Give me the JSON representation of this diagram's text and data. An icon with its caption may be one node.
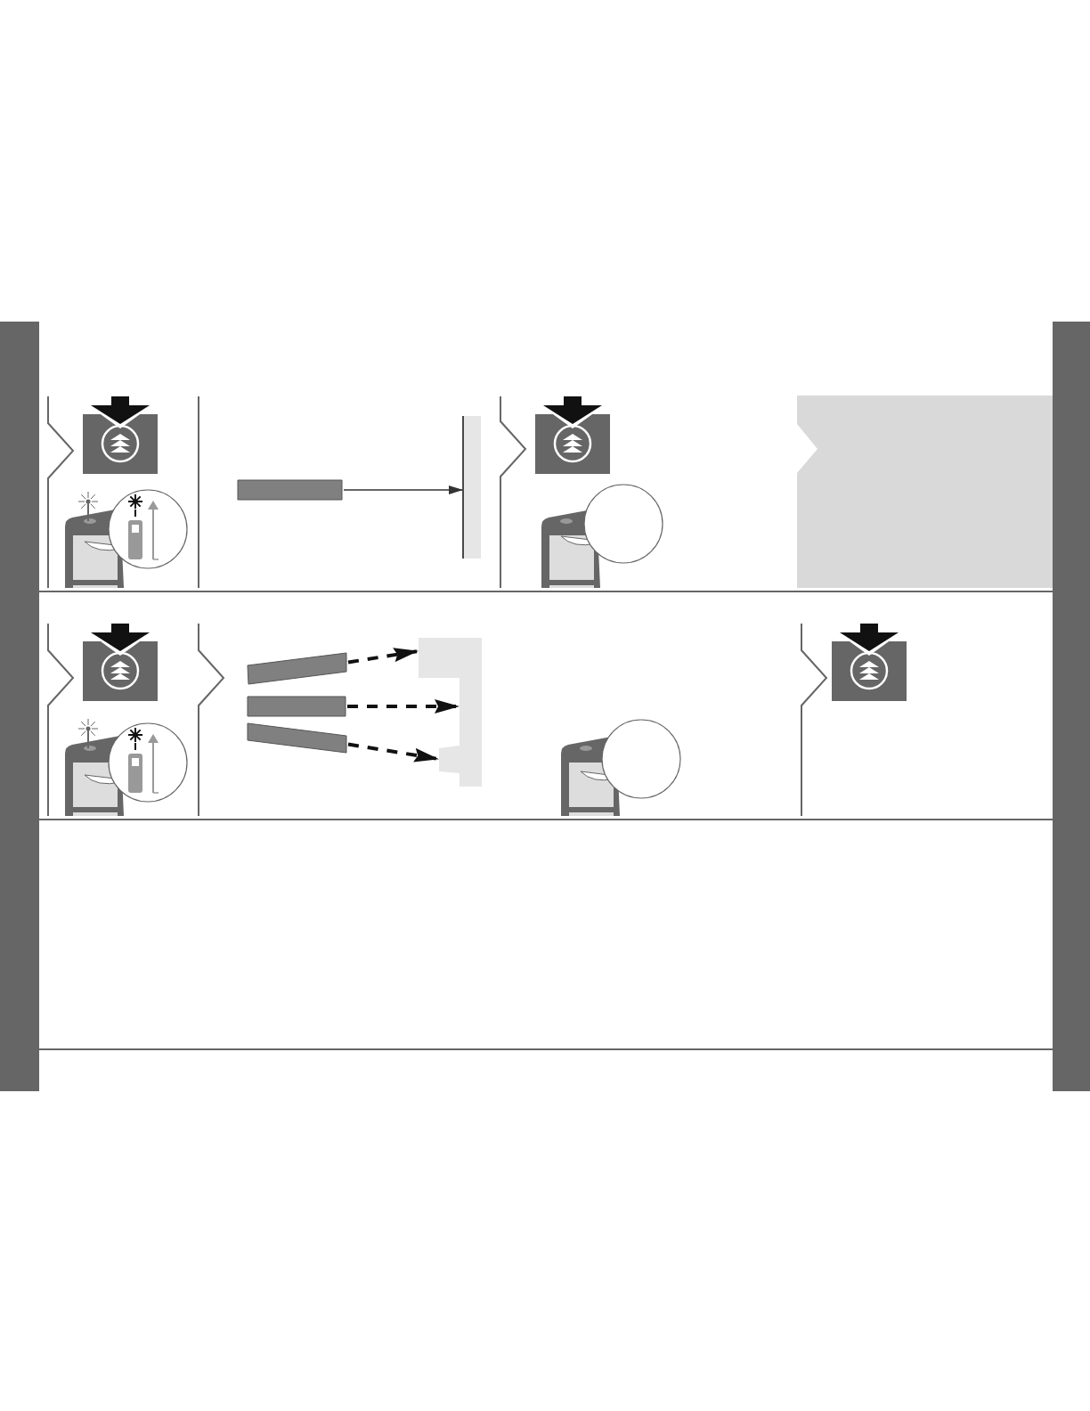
{
  "diagram": {
    "nodes": [
      {
        "text": [],
        "shape": "bar"
      },
      {
        "text": [],
        "shape": "box"
      },
      {
        "text": [],
        "shape": "bar"
      },
      {
        "text": [],
        "shape": "bar"
      },
      {
        "text": [],
        "shape": "bar"
      },
      {
        "text": [],
        "shape": "box"
      }
    ],
    "edges": [
      {
        "from": 0,
        "to": 1,
        "arrow": "to"
      },
      {
        "from": 2,
        "to": 5,
        "arrow": "to",
        "style": "dashed"
      },
      {
        "from": 3,
        "to": 5,
        "arrow": "to",
        "style": "dashed"
      },
      {
        "from": 4,
        "to": 5,
        "arrow": "to",
        "style": "dashed"
      }
    ]
  }
}
